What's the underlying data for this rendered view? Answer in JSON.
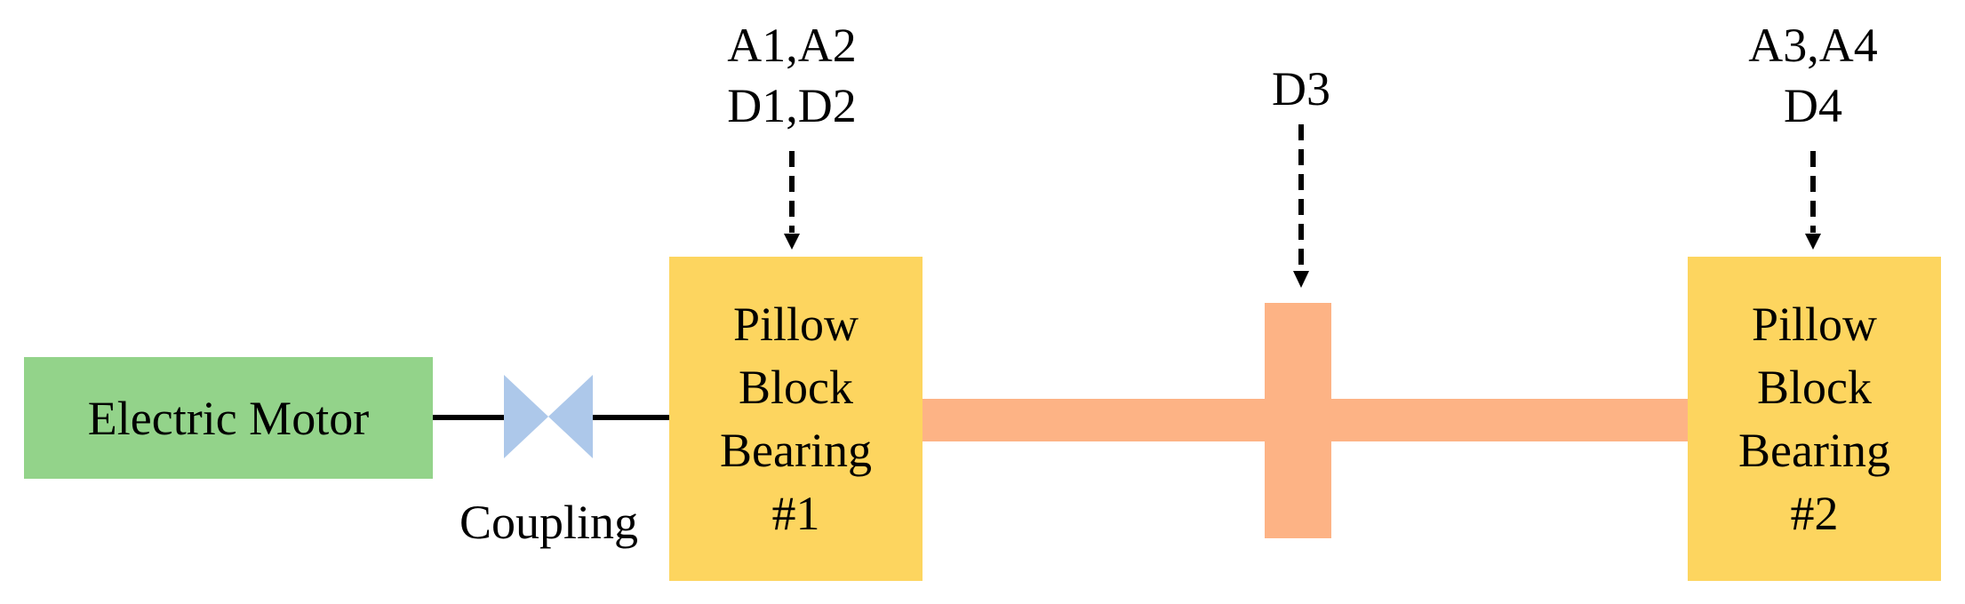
{
  "components": {
    "motor": "Electric Motor",
    "coupling": "Coupling",
    "bearing1": [
      "Pillow",
      "Block",
      "Bearing",
      "#1"
    ],
    "bearing2": [
      "Pillow",
      "Block",
      "Bearing",
      "#2"
    ]
  },
  "sensors": {
    "bearing1": [
      "A1,A2",
      "D1,D2"
    ],
    "disk": [
      "D3"
    ],
    "bearing2": [
      "A3,A4",
      "D4"
    ]
  },
  "colors": {
    "motor": "#93d38a",
    "coupling": "#adc8ea",
    "bearing": "#fdd55f",
    "shaft": "#fdb385",
    "line": "#000000"
  }
}
